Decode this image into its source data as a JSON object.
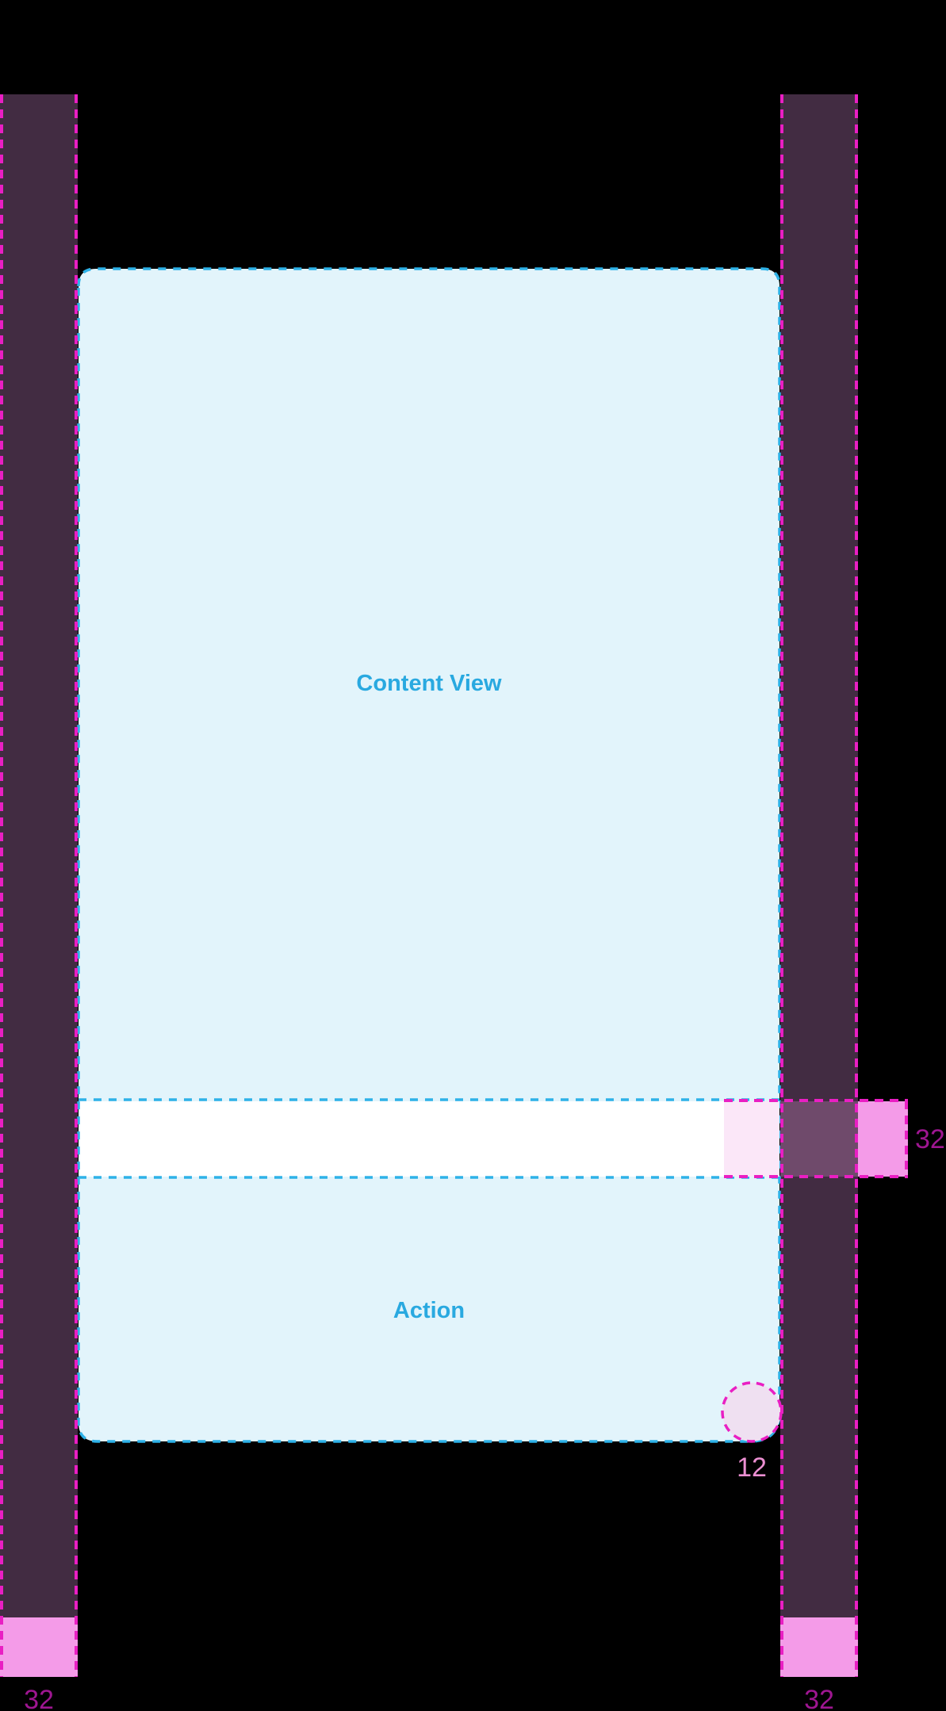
{
  "diagram": {
    "type": "layout-spec-redline",
    "content_card": {
      "label": "Content View"
    },
    "action_card": {
      "label": "Action"
    },
    "measurements": {
      "left_margin": "32",
      "right_margin": "32",
      "content_action_gap": "32",
      "action_corner_radius": "12"
    },
    "colors": {
      "background": "#000000",
      "margin_bar": "#422C42",
      "redline_magenta": "#E91FC3",
      "redline_pink_solid": "#F49BE8",
      "redline_pink_on_white": "#FBE7F8",
      "redline_pink_on_bar": "#6F4A6B",
      "card_fill": "#E2F4FB",
      "card_outline_cyan": "#2EB2E8",
      "card_label_blue": "#29A9E0",
      "gap_fill": "#FFFFFF",
      "measure_label": "#9E1691",
      "radius_label": "#EC8FD2",
      "radius_circle_fill": "#EFE0F1"
    }
  }
}
